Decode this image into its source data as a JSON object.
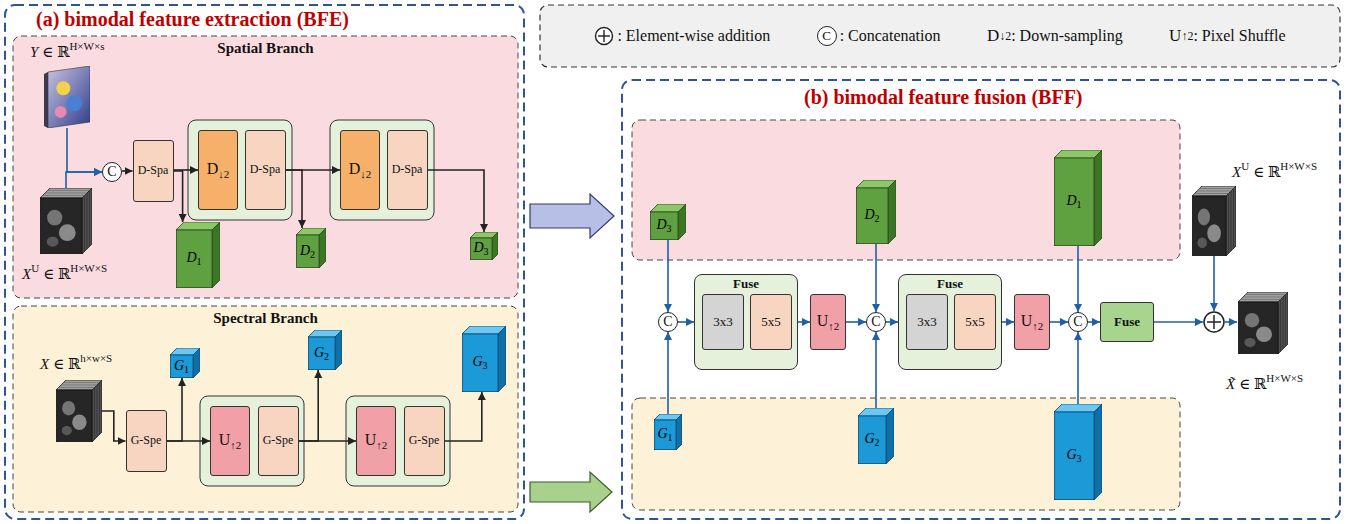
{
  "diagram": {
    "nodes": [
      {
        "text": [
          "(a) bimodal feature extraction (BFE)"
        ]
      },
      {
        "text": [
          "Spatial Branch"
        ],
        "in": 0
      },
      {
        "text": [
          "Y",
          "∈ ℝ",
          "H×W×s"
        ],
        "in": 1
      },
      {
        "text": [
          "X",
          "U",
          "∈ ℝ",
          "H×W×S"
        ],
        "in": 1
      },
      {
        "text": [
          "C"
        ],
        "in": 1
      },
      {
        "text": [
          "D-Spa"
        ],
        "in": 1
      },
      {
        "text": [
          "D",
          "↓2"
        ],
        "in": 1
      },
      {
        "text": [
          "D-Spa"
        ],
        "in": 1
      },
      {
        "text": [
          "D",
          "1"
        ],
        "in": 1
      },
      {
        "text": [
          "D",
          "↓2"
        ],
        "in": 1
      },
      {
        "text": [
          "D-Spa"
        ],
        "in": 1
      },
      {
        "text": [
          "D",
          "2"
        ],
        "in": 1
      },
      {
        "text": [
          "D",
          "3"
        ],
        "in": 1
      },
      {
        "text": [
          "Spectral Branch"
        ],
        "in": 0
      },
      {
        "text": [
          "X",
          "∈ ℝ",
          "h×w×S"
        ],
        "in": 13
      },
      {
        "text": [
          "G-Spe"
        ],
        "in": 13
      },
      {
        "text": [
          "G",
          "1"
        ],
        "in": 13
      },
      {
        "text": [
          "U",
          "↑2"
        ],
        "in": 13
      },
      {
        "text": [
          "G-Spe"
        ],
        "in": 13
      },
      {
        "text": [
          "G",
          "2"
        ],
        "in": 13
      },
      {
        "text": [
          "U",
          "↑2"
        ],
        "in": 13
      },
      {
        "text": [
          "G-Spe"
        ],
        "in": 13
      },
      {
        "text": [
          "G",
          "3"
        ],
        "in": 13
      },
      {
        "text": [
          "(b) bimodal feature fusion (BFF)"
        ]
      },
      {
        "text": [
          "D",
          "3"
        ],
        "in": 23
      },
      {
        "text": [
          "D",
          "2"
        ],
        "in": 23
      },
      {
        "text": [
          "D",
          "1"
        ],
        "in": 23
      },
      {
        "text": [
          "X",
          "U",
          "∈ ℝ",
          "H×W×S"
        ],
        "in": 23
      },
      {
        "text": [
          "C"
        ],
        "in": 23
      },
      {
        "text": [
          "Fuse"
        ],
        "in": 23
      },
      {
        "text": [
          "3x3"
        ],
        "in": 29
      },
      {
        "text": [
          "5x5"
        ],
        "in": 29
      },
      {
        "text": [
          "U",
          "↑2"
        ],
        "in": 23
      },
      {
        "text": [
          "C"
        ],
        "in": 23
      },
      {
        "text": [
          "Fuse"
        ],
        "in": 23
      },
      {
        "text": [
          "3x3"
        ],
        "in": 34
      },
      {
        "text": [
          "5x5"
        ],
        "in": 34
      },
      {
        "text": [
          "U",
          "↑2"
        ],
        "in": 23
      },
      {
        "text": [
          "C"
        ],
        "in": 23
      },
      {
        "text": [
          "Fuse"
        ],
        "in": 23
      },
      {
        "text": [
          "X̃",
          "∈ ℝ",
          "H×W×S"
        ],
        "in": 23
      },
      {
        "text": [
          "G",
          "1"
        ],
        "in": 23
      },
      {
        "text": [
          "G",
          "2"
        ],
        "in": 23
      },
      {
        "text": [
          "G",
          "3"
        ],
        "in": 23
      }
    ],
    "edges": [
      {
        "from": 2,
        "to": 4,
        "arrow": "to"
      },
      {
        "from": 3,
        "to": 4,
        "arrow": "to"
      },
      {
        "from": 4,
        "to": 5,
        "arrow": "to"
      },
      {
        "from": 5,
        "to": 6,
        "arrow": "to"
      },
      {
        "from": 5,
        "to": 8,
        "arrow": "to"
      },
      {
        "from": 7,
        "to": 9,
        "arrow": "to"
      },
      {
        "from": 7,
        "to": 11,
        "arrow": "to"
      },
      {
        "from": 10,
        "to": 12,
        "arrow": "to"
      },
      {
        "from": 14,
        "to": 15,
        "arrow": "to"
      },
      {
        "from": 15,
        "to": 16,
        "arrow": "to"
      },
      {
        "from": 15,
        "to": 17,
        "arrow": "to"
      },
      {
        "from": 18,
        "to": 19,
        "arrow": "to"
      },
      {
        "from": 18,
        "to": 20,
        "arrow": "to"
      },
      {
        "from": 21,
        "to": 22,
        "arrow": "to"
      },
      {
        "from": 24,
        "to": 28,
        "arrow": "to"
      },
      {
        "from": 41,
        "to": 28,
        "arrow": "to"
      },
      {
        "from": 28,
        "to": 29,
        "arrow": "to"
      },
      {
        "from": 29,
        "to": 32,
        "arrow": "to"
      },
      {
        "from": 32,
        "to": 33,
        "arrow": "to"
      },
      {
        "from": 25,
        "to": 33,
        "arrow": "to"
      },
      {
        "from": 42,
        "to": 33,
        "arrow": "to"
      },
      {
        "from": 33,
        "to": 34,
        "arrow": "to"
      },
      {
        "from": 34,
        "to": 37,
        "arrow": "to"
      },
      {
        "from": 37,
        "to": 38,
        "arrow": "to"
      },
      {
        "from": 26,
        "to": 38,
        "arrow": "to"
      },
      {
        "from": 43,
        "to": 38,
        "arrow": "to"
      },
      {
        "from": 38,
        "to": 39,
        "arrow": "to"
      }
    ],
    "labels": [
      "C",
      "D",
      "↓2",
      "U",
      "↑2"
    ],
    "legend": [
      {
        "text": ": Element-wise addition"
      },
      {
        "text": ": Concatenation"
      },
      {
        "text": ": Down-sampling"
      },
      {
        "text": ": Pixel Shuffle"
      }
    ]
  }
}
